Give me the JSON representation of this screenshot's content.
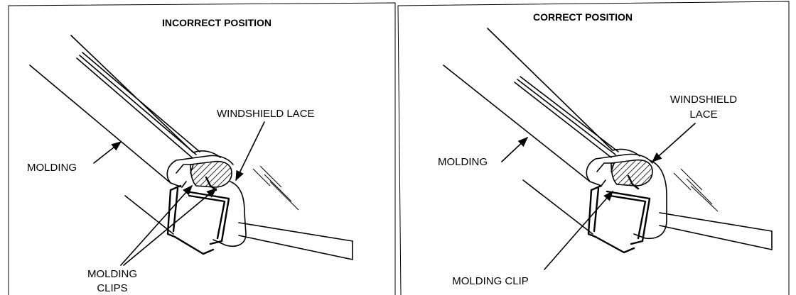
{
  "left_panel": {
    "title": "INCORRECT POSITION",
    "labels": {
      "molding": "MOLDING",
      "windshield_lace": "WINDSHIELD LACE",
      "molding_clips_line1": "MOLDING",
      "molding_clips_line2": "CLIPS"
    }
  },
  "right_panel": {
    "title": "CORRECT POSITION",
    "labels": {
      "molding": "MOLDING",
      "windshield_lace_line1": "WINDSHIELD",
      "windshield_lace_line2": "LACE",
      "molding_clip": "MOLDING CLIP"
    }
  }
}
